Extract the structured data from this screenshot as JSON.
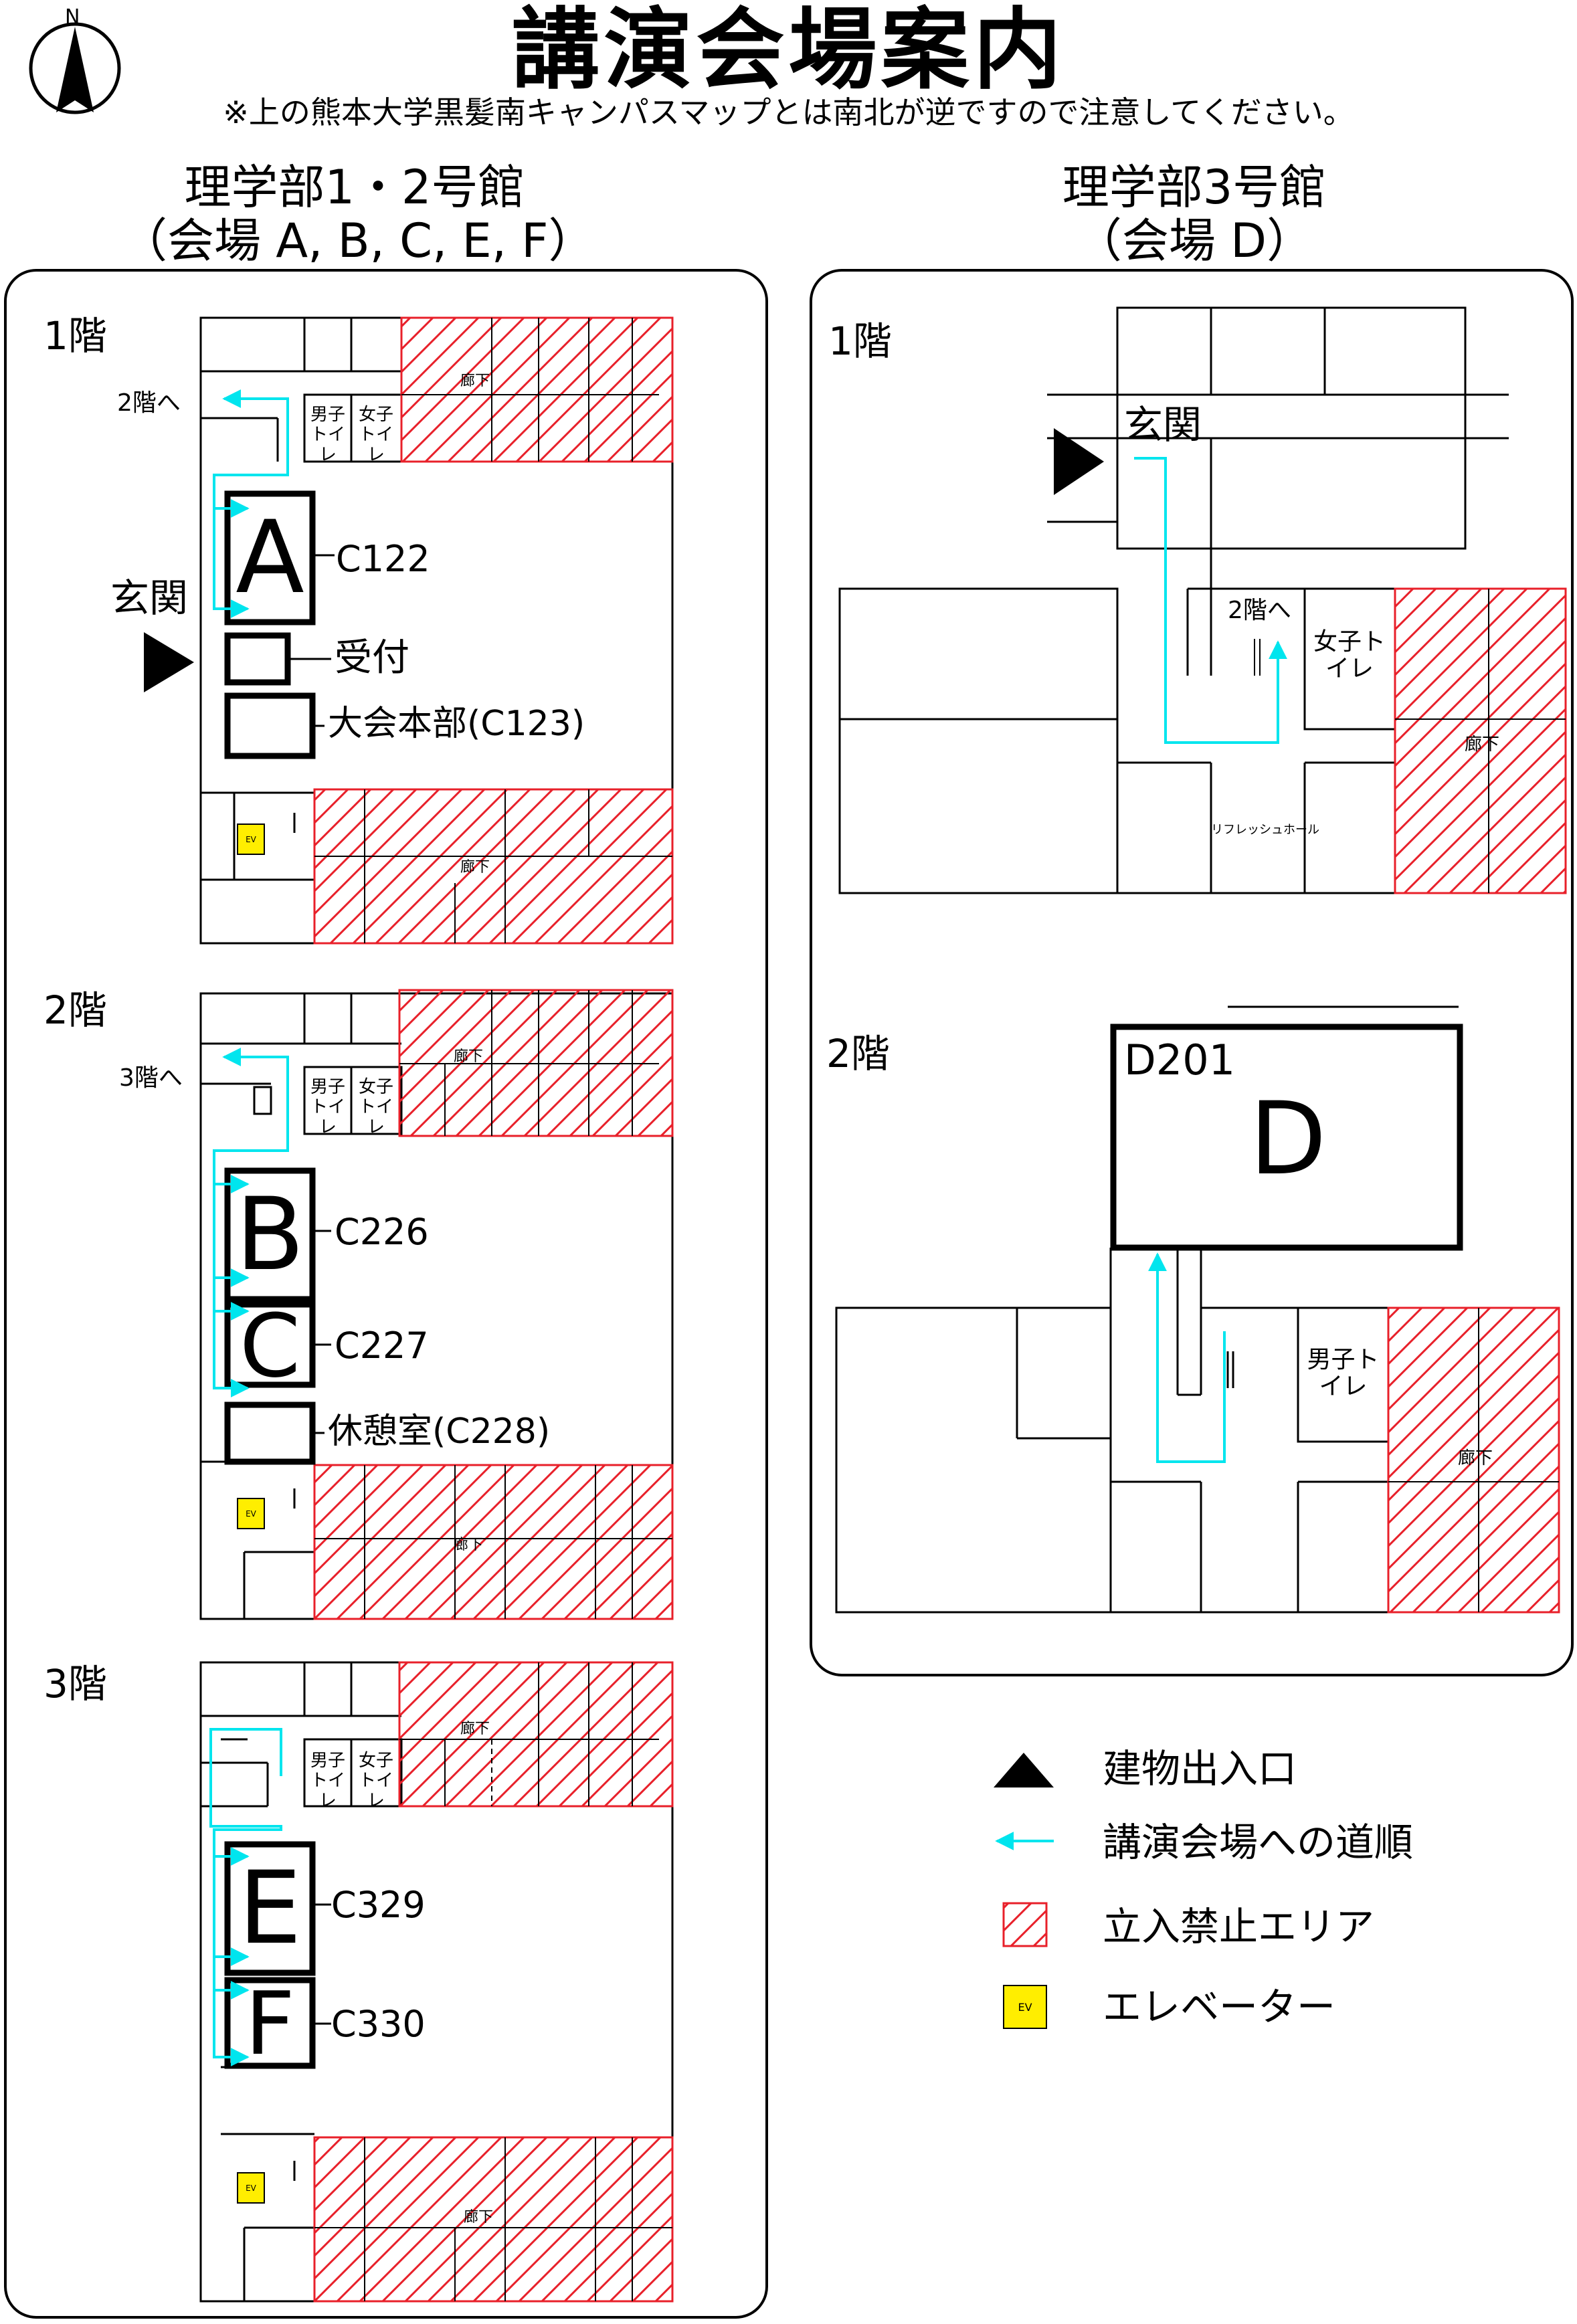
{
  "header": {
    "title": "講演会場案内",
    "note": "※上の熊本大学黒髪南キャンパスマップとは南北が逆ですので注意してください。",
    "north": "N"
  },
  "left_building": {
    "name": "理学部1・2号館",
    "venues": "（会場 A, B, C, E, F）",
    "floor1": {
      "label": "1階",
      "stairs": "2階へ",
      "entrance": "玄関",
      "men": "男子トイレ",
      "women": "女子トイレ",
      "corridor": "廊下",
      "room_a": "A",
      "room_a_id": "C122",
      "reception": "受付",
      "hq": "大会本部(C123)",
      "ev": "EV"
    },
    "floor2": {
      "label": "2階",
      "stairs": "3階へ",
      "men": "男子トイレ",
      "women": "女子トイレ",
      "corridor": "廊下",
      "room_b": "B",
      "room_b_id": "C226",
      "room_c": "C",
      "room_c_id": "C227",
      "rest": "休憩室(C228)",
      "ev": "EV"
    },
    "floor3": {
      "label": "3階",
      "men": "男子トイレ",
      "women": "女子トイレ",
      "corridor": "廊下",
      "room_e": "E",
      "room_e_id": "C329",
      "room_f": "F",
      "room_f_id": "C330",
      "ev": "EV"
    }
  },
  "right_building": {
    "name": "理学部3号館",
    "venues": "（会場 D）",
    "floor1": {
      "label": "1階",
      "entrance": "玄関",
      "stairs": "2階へ",
      "women": "女子トイレ",
      "corridor": "廊下",
      "refresh": "リフレッシュホール"
    },
    "floor2": {
      "label": "2階",
      "room_id": "D201",
      "room": "D",
      "men": "男子トイレ",
      "corridor": "廊下"
    }
  },
  "legend": {
    "entrance": "建物出入口",
    "route": "講演会場への道順",
    "restricted": "立入禁止エリア",
    "elevator": "エレベーター",
    "ev_box": "EV"
  },
  "colors": {
    "route": "#00e5ee",
    "restricted": "#e8202a",
    "elevator": "#ffee00"
  }
}
